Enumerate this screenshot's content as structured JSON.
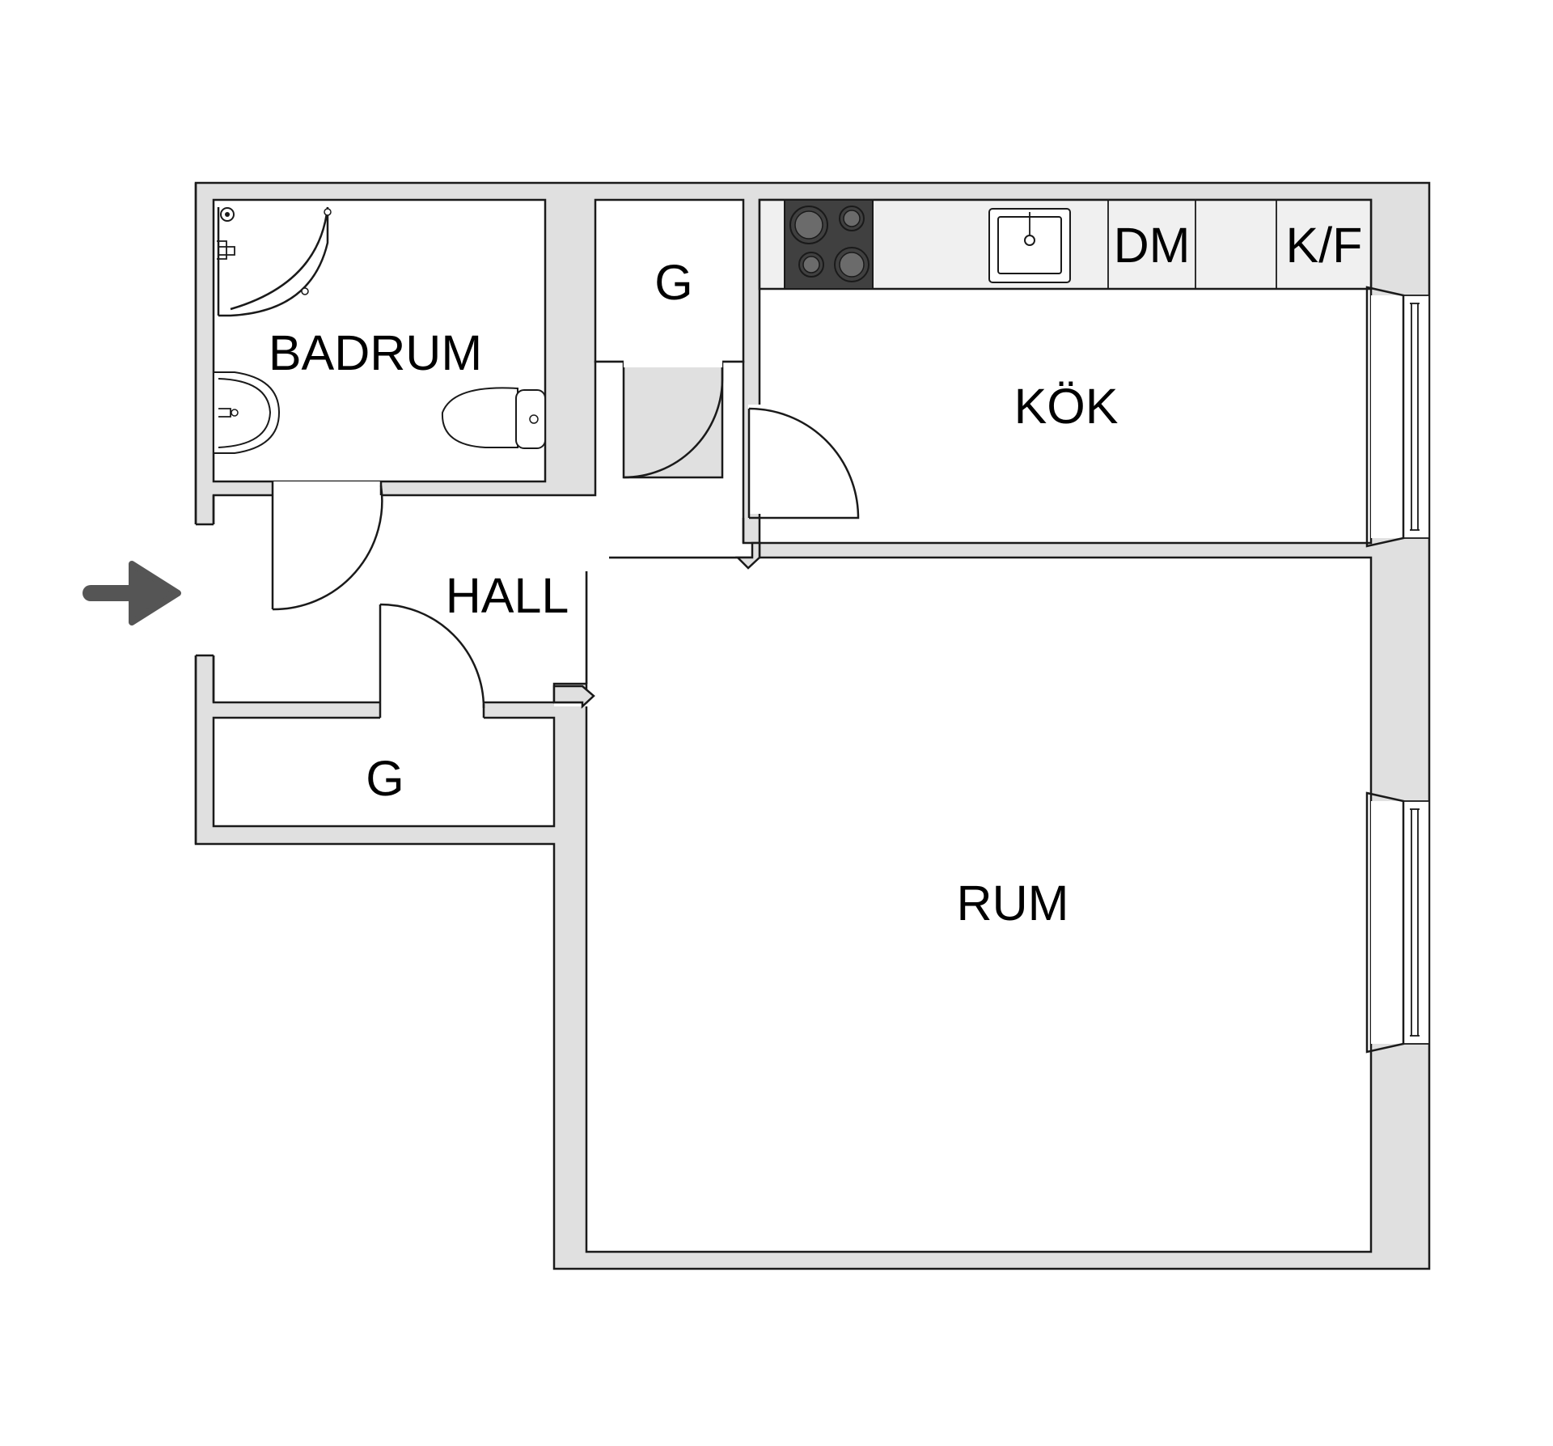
{
  "rooms": {
    "bathroom": "BADRUM",
    "closet_upper": "G",
    "kitchen": "KÖK",
    "hall": "HALL",
    "closet_lower": "G",
    "living_room": "RUM"
  },
  "appliances": {
    "dishwasher": "DM",
    "fridge_freezer": "K/F"
  },
  "icons": {
    "entrance": "entrance-arrow-icon",
    "stove": "stove-icon",
    "sink": "kitchen-sink-icon",
    "shower": "shower-icon",
    "washbasin": "washbasin-icon",
    "toilet": "toilet-icon",
    "door": "door-swing-icon",
    "window": "window-icon"
  },
  "colors": {
    "wall": "#e0e0e0",
    "counter": "#f0f0f0",
    "stove": "#404040",
    "arrow": "#555555",
    "line": "#1a1a1a"
  }
}
